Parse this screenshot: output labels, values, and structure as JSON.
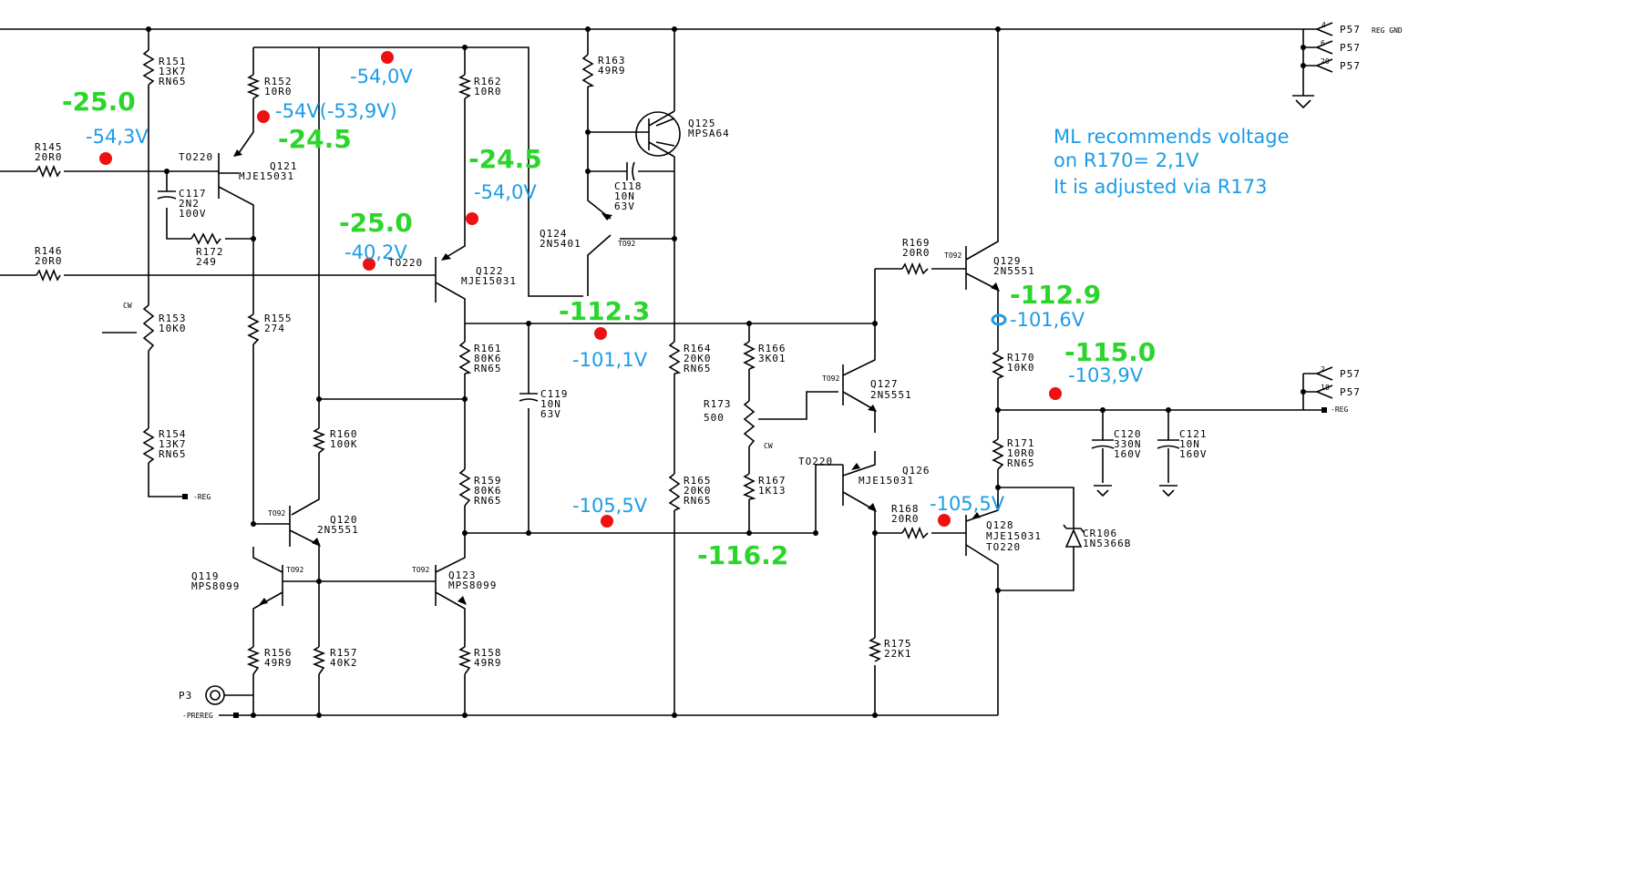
{
  "note": {
    "line1": "ML recommends voltage",
    "line2": "on R170= 2,1V",
    "line3": "It is adjusted via R173"
  },
  "green_readings": [
    {
      "id": "g1",
      "text": "-25.0"
    },
    {
      "id": "g2",
      "text": "-24.5"
    },
    {
      "id": "g3",
      "text": "-24.5"
    },
    {
      "id": "g4",
      "text": "-25.0"
    },
    {
      "id": "g5",
      "text": "-112.3"
    },
    {
      "id": "g6",
      "text": "-112.9"
    },
    {
      "id": "g7",
      "text": "-115.0"
    },
    {
      "id": "g8",
      "text": "-116.2"
    }
  ],
  "blue_readings": [
    {
      "id": "b1",
      "text": "-54,3V"
    },
    {
      "id": "b2",
      "text": "-54,0V"
    },
    {
      "id": "b3",
      "text": "-54V(-53,9V)"
    },
    {
      "id": "b4",
      "text": "-54,0V"
    },
    {
      "id": "b5",
      "text": "-40,2V"
    },
    {
      "id": "b6",
      "text": "-101,1V"
    },
    {
      "id": "b7",
      "text": "-101,6V"
    },
    {
      "id": "b8",
      "text": "-103,9V"
    },
    {
      "id": "b9",
      "text": "-105,5V"
    },
    {
      "id": "b10",
      "text": "-105,5V"
    }
  ],
  "components": {
    "R151": [
      "R151",
      "13K7",
      "RN65"
    ],
    "R152": [
      "R152",
      "10R0"
    ],
    "R145": [
      "R145",
      "20R0"
    ],
    "R146": [
      "R146",
      "20R0"
    ],
    "C117": [
      "C117",
      "2N2",
      "100V"
    ],
    "R172": [
      "R172",
      "249"
    ],
    "Q121": [
      "TO220",
      "Q121",
      "MJE15031"
    ],
    "R153": [
      "R153",
      "10K0",
      "CW"
    ],
    "R155": [
      "R155",
      "274"
    ],
    "R154": [
      "R154",
      "13K7",
      "RN65"
    ],
    "R162": [
      "R162",
      "10R0"
    ],
    "Q122": [
      "TO220",
      "Q122",
      "MJE15031"
    ],
    "R161": [
      "R161",
      "80K6",
      "RN65"
    ],
    "R160": [
      "R160",
      "100K"
    ],
    "R159": [
      "R159",
      "80K6",
      "RN65"
    ],
    "Q120": [
      "TO92",
      "Q120",
      "2N5551"
    ],
    "Q119": [
      "Q119",
      "MPS8099",
      "TO92"
    ],
    "Q123": [
      "TO92",
      "Q123",
      "MPS8099"
    ],
    "R156": [
      "R156",
      "49R9"
    ],
    "R157": [
      "R157",
      "40K2"
    ],
    "R158": [
      "R158",
      "49R9"
    ],
    "R163": [
      "R163",
      "49R9"
    ],
    "Q125": [
      "Q125",
      "MPSA64"
    ],
    "C118": [
      "C118",
      "10N",
      "63V"
    ],
    "Q124": [
      "Q124",
      "2N5401",
      "TO92"
    ],
    "C119": [
      "C119",
      "10N",
      "63V"
    ],
    "R164": [
      "R164",
      "20K0",
      "RN65"
    ],
    "R165": [
      "R165",
      "20K0",
      "RN65"
    ],
    "R166": [
      "R166",
      "3K01"
    ],
    "R173": [
      "R173",
      "500",
      "CW"
    ],
    "R167": [
      "R167",
      "1K13"
    ],
    "R169": [
      "R169",
      "20R0"
    ],
    "Q129": [
      "TO92",
      "Q129",
      "2N5551"
    ],
    "Q127": [
      "TO92",
      "Q127",
      "2N5551"
    ],
    "Q126": [
      "TO220",
      "Q126",
      "MJE15031"
    ],
    "R168": [
      "R168",
      "20R0"
    ],
    "Q128": [
      "Q128",
      "MJE15031",
      "TO220"
    ],
    "CR106": [
      "CR106",
      "1N5366B"
    ],
    "R170": [
      "R170",
      "10K0"
    ],
    "R171": [
      "R171",
      "10R0",
      "RN65"
    ],
    "C120": [
      "C120",
      "330N",
      "160V"
    ],
    "C121": [
      "C121",
      "10N",
      "160V"
    ],
    "R175": [
      "R175",
      "22K1"
    ]
  },
  "connectors": {
    "p57_top": [
      "P57",
      "REG GND"
    ],
    "p57_6": [
      "6",
      "P57"
    ],
    "p57_20": [
      "20",
      "P57"
    ],
    "p57_2": [
      "2",
      "P57"
    ],
    "p57_18": [
      "18",
      "P57"
    ],
    "pin4": "4",
    "reg_right": "-REG",
    "reg_left": "-REG",
    "p3": "P3",
    "prereg": "-PREREG"
  }
}
